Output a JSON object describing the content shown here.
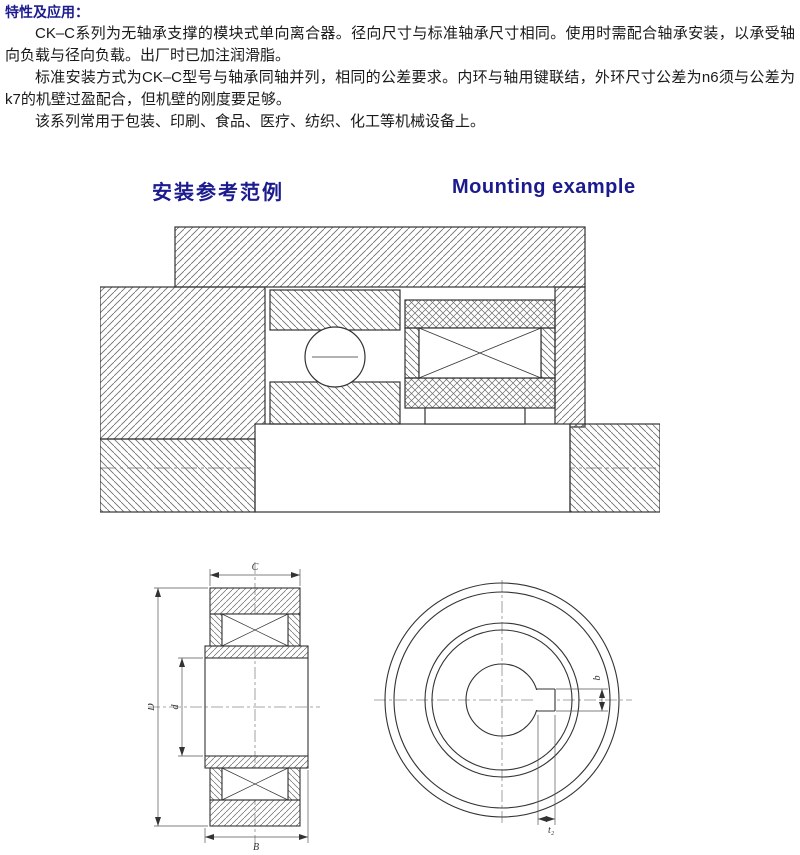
{
  "header": "特性及应用：",
  "paragraphs": [
    "CK–C系列为无轴承支撑的模块式单向离合器。径向尺寸与标准轴承尺寸相同。使用时需配合轴承安装，以承受轴向负载与径向负载。出厂时已加注润滑脂。",
    "标准安装方式为CK–C型号与轴承同轴并列，相同的公差要求。内环与轴用键联结，外环尺寸公差为n6须与公差为k7的机壁过盈配合，但机壁的刚度要足够。",
    "该系列常用于包装、印刷、食品、医疗、纺织、化工等机械设备上。"
  ],
  "headings": {
    "zh": "安装参考范例",
    "en": "Mounting example"
  },
  "dims": {
    "C": "C",
    "D": "D",
    "d": "d",
    "B": "B",
    "b": "b",
    "t2": "t₂"
  },
  "colors": {
    "heading_navy": "#1b1b8f",
    "body_text": "#1a1a1a",
    "drawing_line": "#333333"
  }
}
